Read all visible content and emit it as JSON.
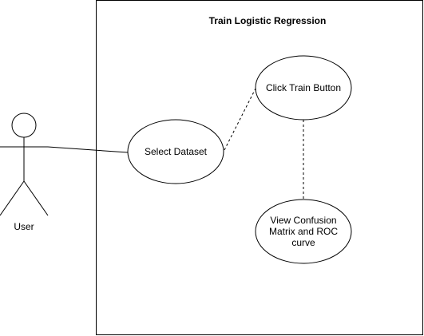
{
  "system": {
    "title": "Train Logistic Regression"
  },
  "actor": {
    "label": "User"
  },
  "use_cases": {
    "select_dataset": [
      "Select Dataset"
    ],
    "click_train": [
      "Click Train Button"
    ],
    "view_results": [
      "View Confusion",
      "Matrix and ROC",
      "curve"
    ]
  },
  "colors": {
    "stroke": "#000000",
    "fill": "#ffffff",
    "text": "#000000"
  }
}
